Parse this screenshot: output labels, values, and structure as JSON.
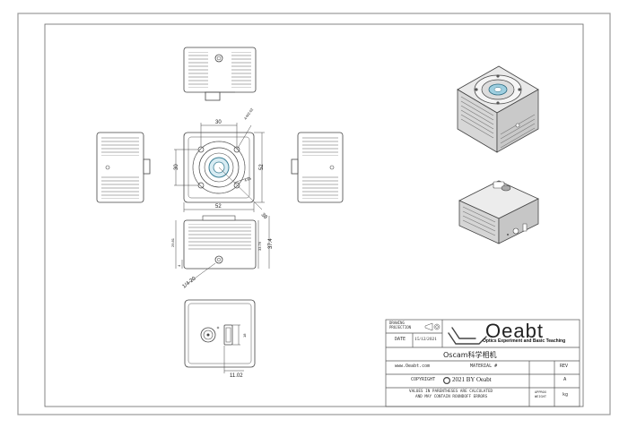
{
  "drawing": {
    "dimensions": {
      "top_width": "30",
      "hole_spec": "4-M2.02",
      "left_height": "30",
      "right_height": "52",
      "bottom_width": "52",
      "diag_small": "4.65",
      "diag_large": "38",
      "side_h1": "29.81",
      "side_h2": "33.76",
      "side_h3": "37.4",
      "side_small": "4",
      "thread": "1/4-20",
      "back_height": "18",
      "back_width": "11.02"
    }
  },
  "title_block": {
    "projection_label_1": "DRAWING",
    "projection_label_2": "PROJECTION",
    "date_label": "DATE",
    "date_value": "15/12/2021",
    "logo_text": "Oeabt",
    "logo_tagline": "Optics Experiment and Basic Teaching",
    "product_name": "Oscam科学相机",
    "website": "www.Oeabt.com",
    "material_label": "MATERIAL #",
    "rev_label": "REV",
    "copyright_label": "COPYRIGHT",
    "copyright_value": "2021 BY Oeabt",
    "rev_value": "A",
    "note_line1": "VALUES IN PARENTHESES ARE CALCULATED",
    "note_line2": "AND MAY CONTAIN ROUNDOFF ERRORS",
    "weight_label_1": "APPROX",
    "weight_label_2": "WEIGHT",
    "weight_unit": "kg"
  }
}
